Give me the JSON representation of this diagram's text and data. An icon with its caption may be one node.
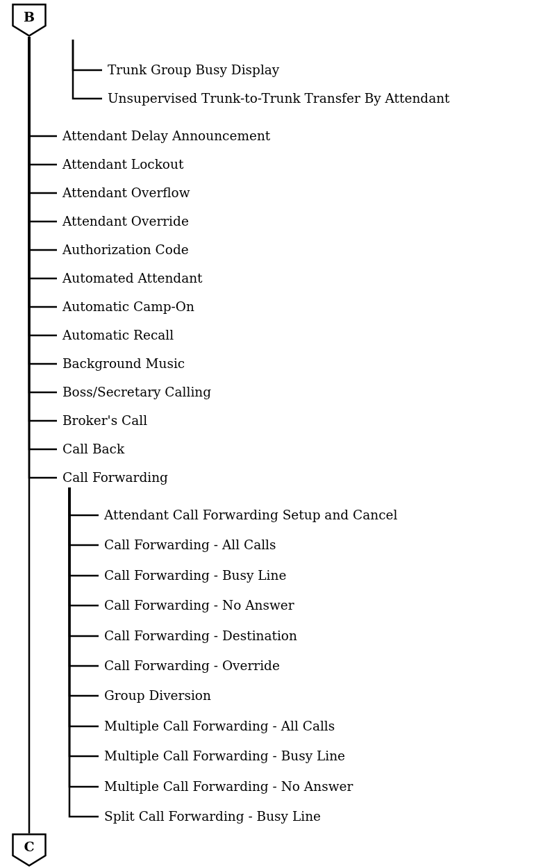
{
  "diagram": {
    "nodes": [
      {
        "text": [
          "B"
        ]
      },
      {
        "text": [
          "Trunk Group Busy Display"
        ]
      },
      {
        "text": [
          "Unsupervised Trunk-to-Trunk Transfer By Attendant"
        ]
      },
      {
        "text": [
          "Attendant Delay Announcement"
        ]
      },
      {
        "text": [
          "Attendant Lockout"
        ]
      },
      {
        "text": [
          "Attendant Overflow"
        ]
      },
      {
        "text": [
          "Attendant Override"
        ]
      },
      {
        "text": [
          "Authorization Code"
        ]
      },
      {
        "text": [
          "Automated Attendant"
        ]
      },
      {
        "text": [
          "Automatic Camp-On"
        ]
      },
      {
        "text": [
          "Automatic Recall"
        ]
      },
      {
        "text": [
          "Background Music"
        ]
      },
      {
        "text": [
          "Boss/Secretary Calling"
        ]
      },
      {
        "text": [
          "Broker's Call"
        ]
      },
      {
        "text": [
          "Call Back"
        ]
      },
      {
        "text": [
          "Call Forwarding"
        ]
      },
      {
        "text": [
          "Attendant Call Forwarding Setup and Cancel"
        ]
      },
      {
        "text": [
          "Call Forwarding - All Calls"
        ]
      },
      {
        "text": [
          "Call Forwarding - Busy Line"
        ]
      },
      {
        "text": [
          "Call Forwarding - No Answer"
        ]
      },
      {
        "text": [
          "Call Forwarding - Destination"
        ]
      },
      {
        "text": [
          "Call Forwarding - Override"
        ]
      },
      {
        "text": [
          "Group Diversion"
        ]
      },
      {
        "text": [
          "Multiple Call Forwarding - All Calls"
        ]
      },
      {
        "text": [
          "Multiple Call Forwarding - Busy Line"
        ]
      },
      {
        "text": [
          "Multiple Call Forwarding - No Answer"
        ]
      },
      {
        "text": [
          "Split Call Forwarding - Busy Line"
        ]
      },
      {
        "text": [
          "C"
        ]
      }
    ],
    "edges": [
      {
        "from": null,
        "to": 1,
        "arrow": "none"
      },
      {
        "from": null,
        "to": 2,
        "arrow": "none"
      },
      {
        "from": 0,
        "to": 3,
        "arrow": "none"
      },
      {
        "from": 0,
        "to": 4,
        "arrow": "none"
      },
      {
        "from": 0,
        "to": 5,
        "arrow": "none"
      },
      {
        "from": 0,
        "to": 6,
        "arrow": "none"
      },
      {
        "from": 0,
        "to": 7,
        "arrow": "none"
      },
      {
        "from": 0,
        "to": 8,
        "arrow": "none"
      },
      {
        "from": 0,
        "to": 9,
        "arrow": "none"
      },
      {
        "from": 0,
        "to": 10,
        "arrow": "none"
      },
      {
        "from": 0,
        "to": 11,
        "arrow": "none"
      },
      {
        "from": 0,
        "to": 12,
        "arrow": "none"
      },
      {
        "from": 0,
        "to": 13,
        "arrow": "none"
      },
      {
        "from": 0,
        "to": 14,
        "arrow": "none"
      },
      {
        "from": 0,
        "to": 15,
        "arrow": "none"
      },
      {
        "from": 15,
        "to": 16,
        "arrow": "none"
      },
      {
        "from": 15,
        "to": 17,
        "arrow": "none"
      },
      {
        "from": 15,
        "to": 18,
        "arrow": "none"
      },
      {
        "from": 15,
        "to": 19,
        "arrow": "none"
      },
      {
        "from": 15,
        "to": 20,
        "arrow": "none"
      },
      {
        "from": 15,
        "to": 21,
        "arrow": "none"
      },
      {
        "from": 15,
        "to": 22,
        "arrow": "none"
      },
      {
        "from": 15,
        "to": 23,
        "arrow": "none"
      },
      {
        "from": 15,
        "to": 24,
        "arrow": "none"
      },
      {
        "from": 15,
        "to": 25,
        "arrow": "none"
      },
      {
        "from": 15,
        "to": 26,
        "arrow": "none"
      },
      {
        "from": 0,
        "to": 27,
        "arrow": "none"
      }
    ]
  }
}
